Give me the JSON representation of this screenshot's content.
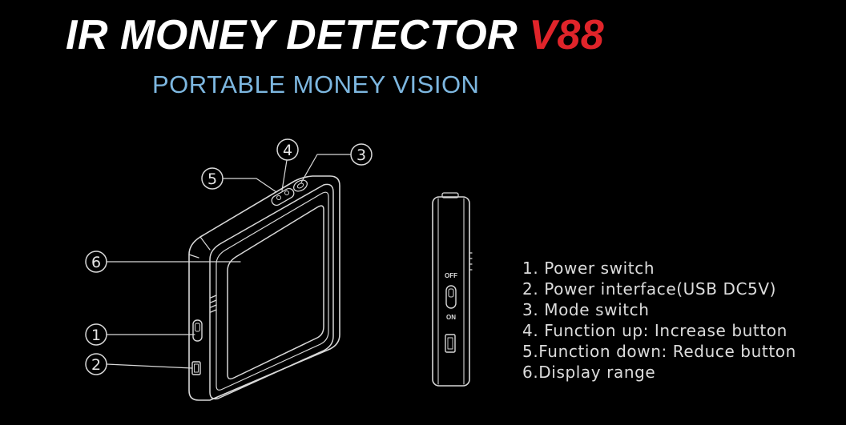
{
  "header": {
    "title": "IR MONEY DETECTOR",
    "model": "V88",
    "subtitle": "PORTABLE MONEY VISION"
  },
  "callouts": [
    "1",
    "2",
    "3",
    "4",
    "5",
    "6"
  ],
  "side_switch": {
    "off_label": "OFF",
    "on_label": "ON"
  },
  "legend": [
    "1. Power switch",
    "2. Power interface(USB DC5V)",
    "3. Mode switch",
    "4. Function up: Increase button",
    "5.Function down: Reduce button",
    "6.Display range"
  ],
  "colors": {
    "background": "#000000",
    "title": "#ffffff",
    "model": "#e0242a",
    "subtitle": "#7db7e0"
  }
}
